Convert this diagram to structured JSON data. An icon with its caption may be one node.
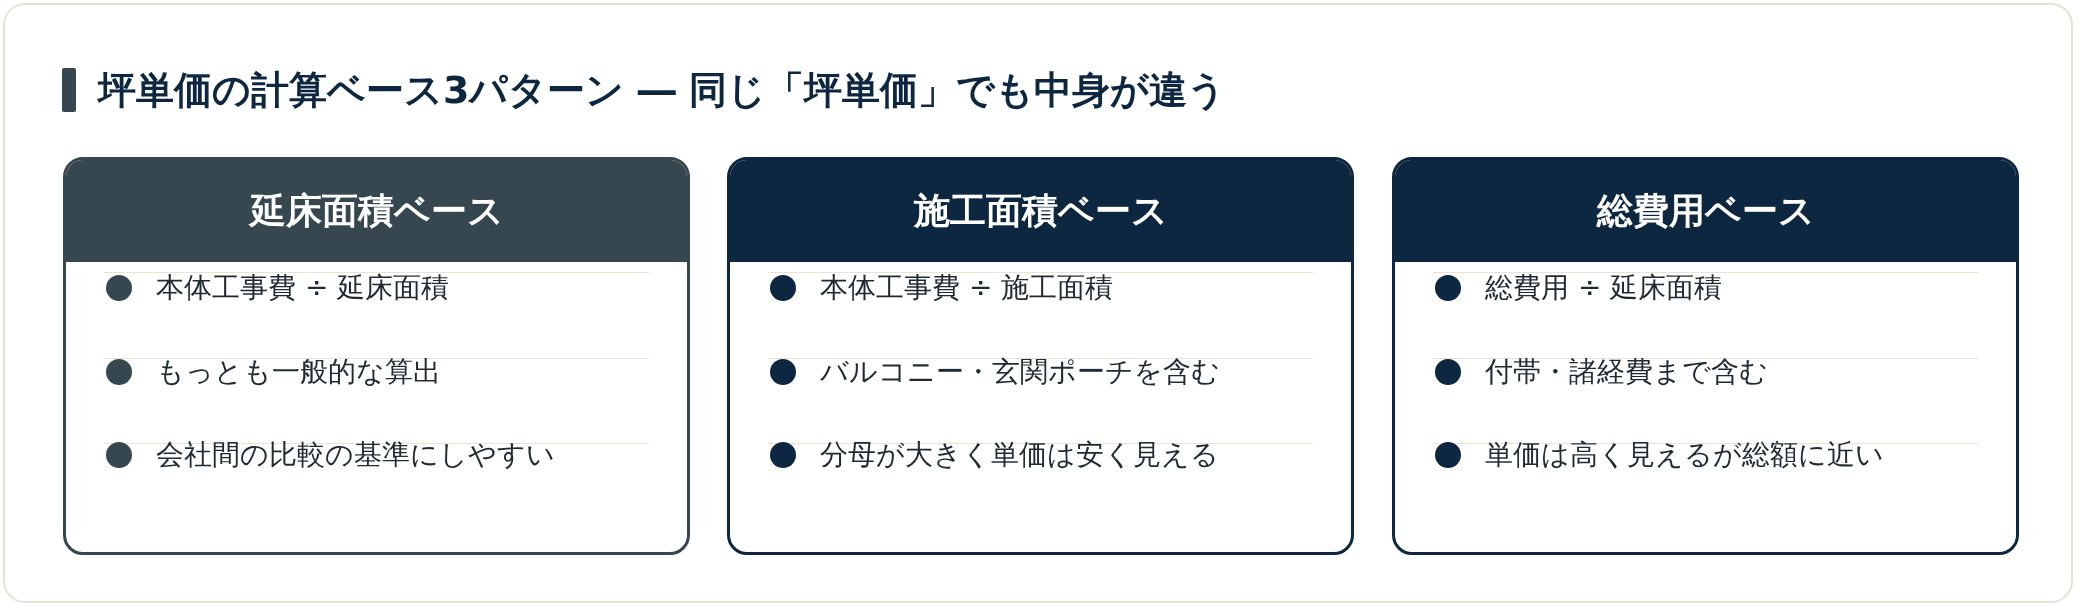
{
  "diagram": {
    "title": "坪単価の計算ベース3パターン ― 同じ「坪単価」でも中身が違う",
    "nodes": [
      {
        "text": [
          "延床面積ベース",
          "本体工事費 ÷ 延床面積",
          "もっとも一般的な算出",
          "会社間の比較の基準にしやすい"
        ]
      },
      {
        "text": [
          "施工面積ベース",
          "本体工事費 ÷ 施工面積",
          "バルコニー・玄関ポーチを含む",
          "分母が大きく単価は安く見える"
        ]
      },
      {
        "text": [
          "総費用ベース",
          "総費用 ÷ 延床面積",
          "付帯・諸経費まで含む",
          "単価は高く見えるが総額に近い"
        ]
      }
    ]
  }
}
